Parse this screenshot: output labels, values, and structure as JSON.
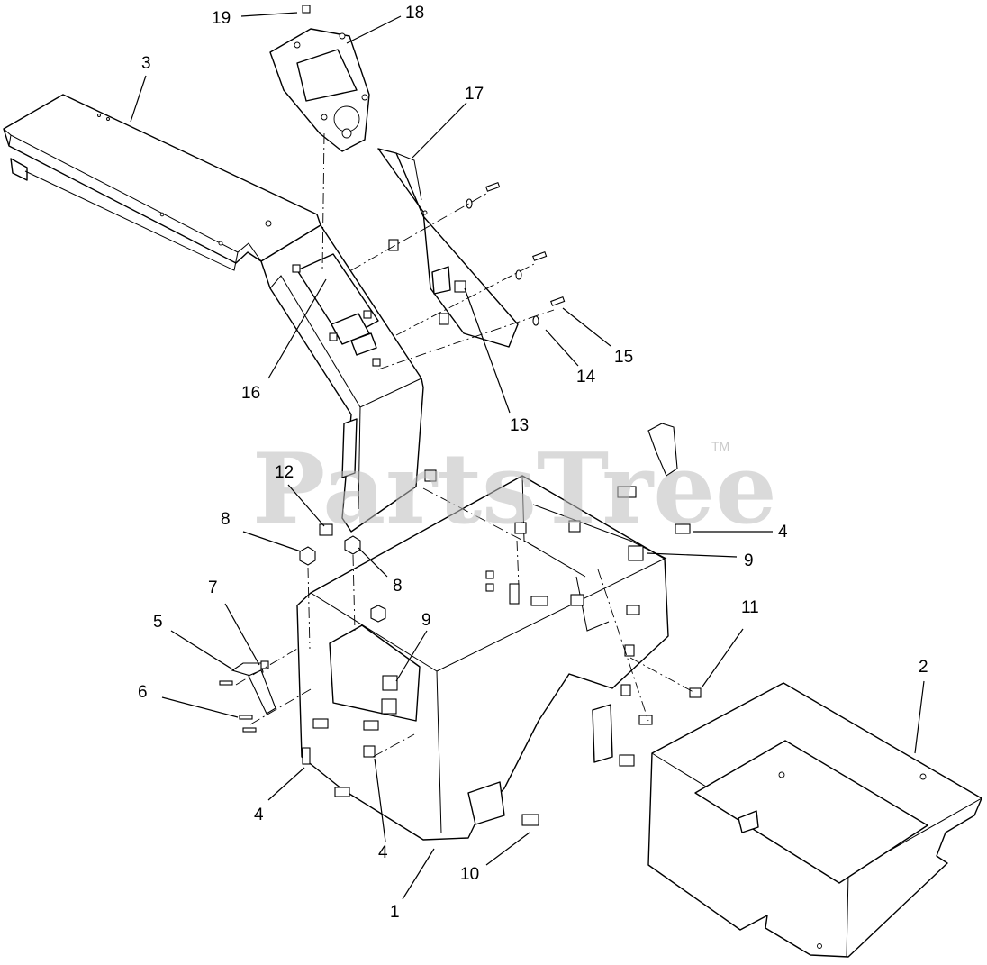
{
  "watermark": {
    "text": "PartsTree",
    "trademark": "TM"
  },
  "callouts": [
    {
      "id": "c19",
      "label": "19"
    },
    {
      "id": "c18",
      "label": "18"
    },
    {
      "id": "c3",
      "label": "3"
    },
    {
      "id": "c17",
      "label": "17"
    },
    {
      "id": "c16",
      "label": "16"
    },
    {
      "id": "c15",
      "label": "15"
    },
    {
      "id": "c14",
      "label": "14"
    },
    {
      "id": "c13",
      "label": "13"
    },
    {
      "id": "c12",
      "label": "12"
    },
    {
      "id": "c8a",
      "label": "8"
    },
    {
      "id": "c8b",
      "label": "8"
    },
    {
      "id": "c4a",
      "label": "4"
    },
    {
      "id": "c9a",
      "label": "9"
    },
    {
      "id": "c7",
      "label": "7"
    },
    {
      "id": "c5",
      "label": "5"
    },
    {
      "id": "c9b",
      "label": "9"
    },
    {
      "id": "c11",
      "label": "11"
    },
    {
      "id": "c6",
      "label": "6"
    },
    {
      "id": "c2",
      "label": "2"
    },
    {
      "id": "c4b",
      "label": "4"
    },
    {
      "id": "c4c",
      "label": "4"
    },
    {
      "id": "c10",
      "label": "10"
    },
    {
      "id": "c1",
      "label": "1"
    }
  ]
}
